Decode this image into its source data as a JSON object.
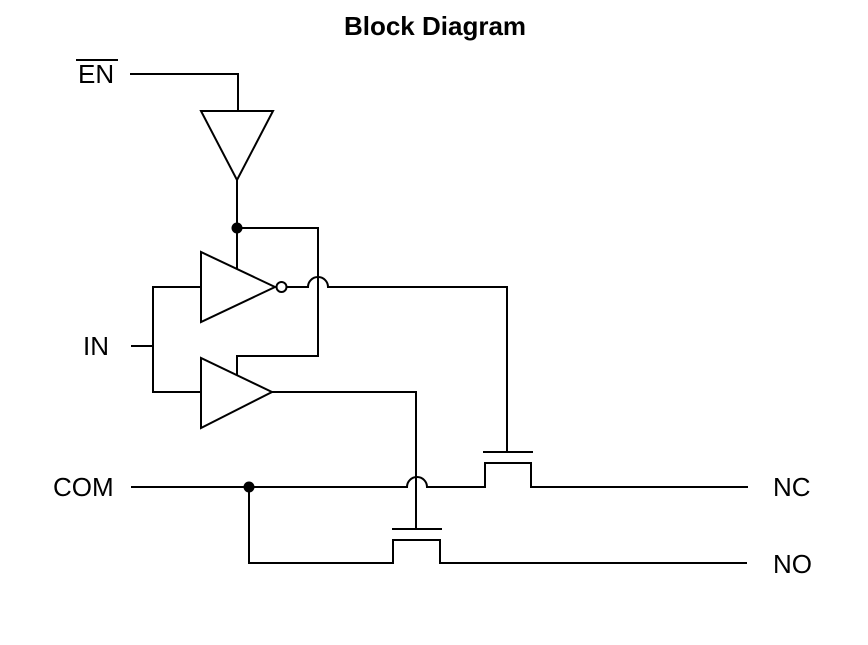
{
  "title": "Block Diagram",
  "labels": {
    "enable": "EN",
    "input": "IN",
    "common": "COM",
    "normally_closed": "NC",
    "normally_open": "NO"
  },
  "colors": {
    "line": "#000000",
    "text": "#000000",
    "background": "#ffffff"
  },
  "schematic": {
    "enable_is_active_low": true,
    "gates": [
      "enable-buffer",
      "inverter-with-bubble",
      "non-inverting-buffer"
    ],
    "switches": [
      "nc-pass-transistor",
      "no-pass-transistor"
    ],
    "junction_dots": 2,
    "wire_hops": 2
  }
}
